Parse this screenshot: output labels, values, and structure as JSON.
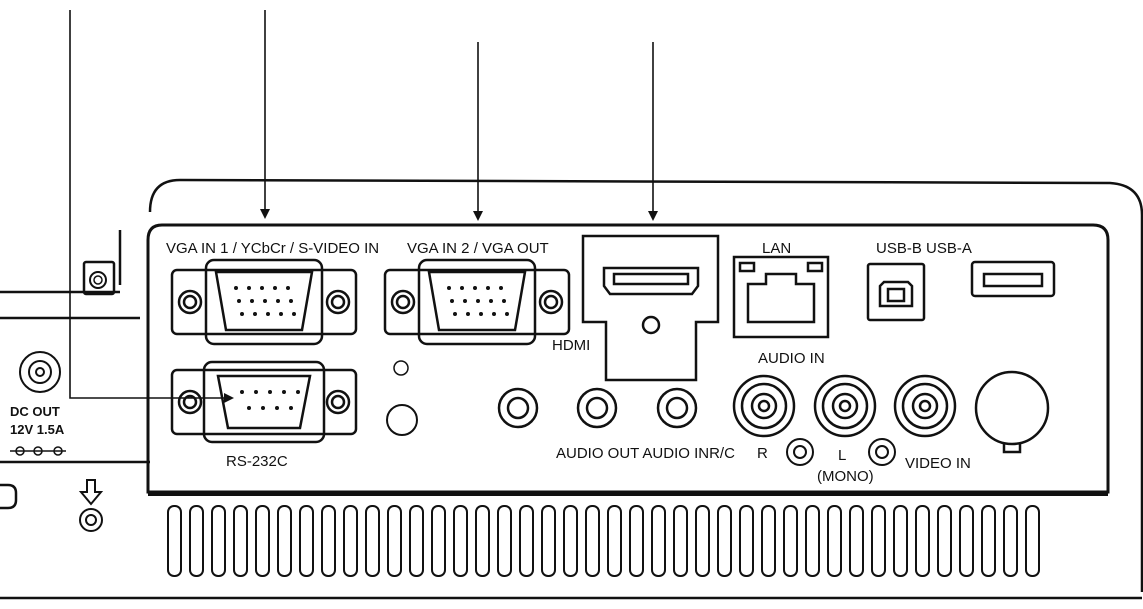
{
  "labels": {
    "vga_in1": "VGA IN 1 / YCbCr / S-VIDEO IN",
    "vga_in2": "VGA IN 2 / VGA OUT",
    "lan": "LAN",
    "usb": "USB-B USB-A",
    "hdmi": "HDMI",
    "audio_in_top": "AUDIO IN",
    "rs232c": "RS-232C",
    "audio_out_in_rc": "AUDIO OUT AUDIO INR/C",
    "r": "R",
    "l": "L",
    "mono": "(MONO)",
    "video_in": "VIDEO IN",
    "dc_out": "DC OUT",
    "dc_spec": "12V 1.5A"
  },
  "icons": {
    "ground": "ground-arrow-icon",
    "polarity": "dc-polarity-icon"
  },
  "colors": {
    "line": "#111111",
    "background": "#ffffff"
  }
}
